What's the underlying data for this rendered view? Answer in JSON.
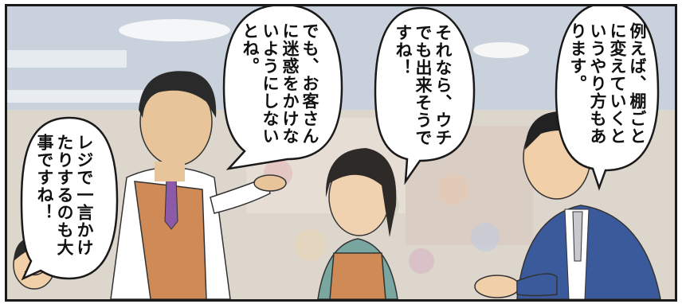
{
  "scene": "manga-panel",
  "speech_bubbles": [
    {
      "speaker": "customer-man",
      "text": "例えば、棚ごと\nに変えていくと\nいうやり方もあ\nります。"
    },
    {
      "speaker": "woman-clerk",
      "text": "それなら、ウチ\nでも出来そうで\nすね！"
    },
    {
      "speaker": "manager",
      "text": "でも、お客さん\nに迷惑をかけな\nいようにしない\nとね。"
    },
    {
      "speaker": "narrator-boy",
      "text": "レジで一言かけ\nたりするのも大\n事ですね！"
    }
  ],
  "colors": {
    "apron": "#d08a55",
    "suit": "#3a5a9c",
    "border": "#1a1a1a"
  }
}
